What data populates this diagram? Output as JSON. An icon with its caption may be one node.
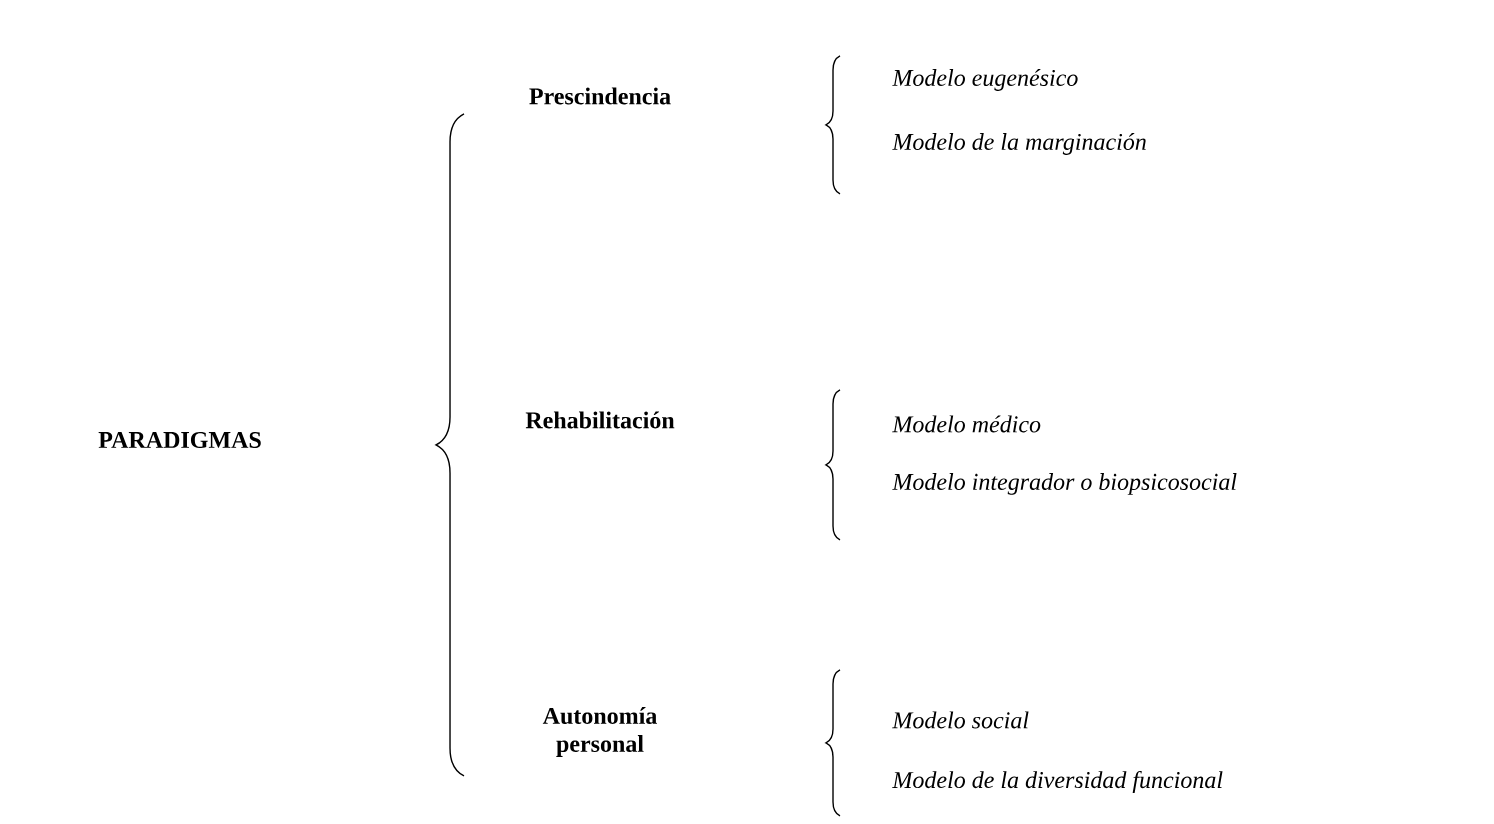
{
  "diagram": {
    "labels": [
      "PARADIGMAS",
      "Prescindencia",
      "Modelo eugenésico",
      "Modelo de la marginación",
      "Rehabilitación",
      "Modelo médico",
      "Modelo integrador o biopsicosocial",
      "Autonomía personal",
      "Modelo social",
      "Modelo de la diversidad funcional"
    ]
  }
}
